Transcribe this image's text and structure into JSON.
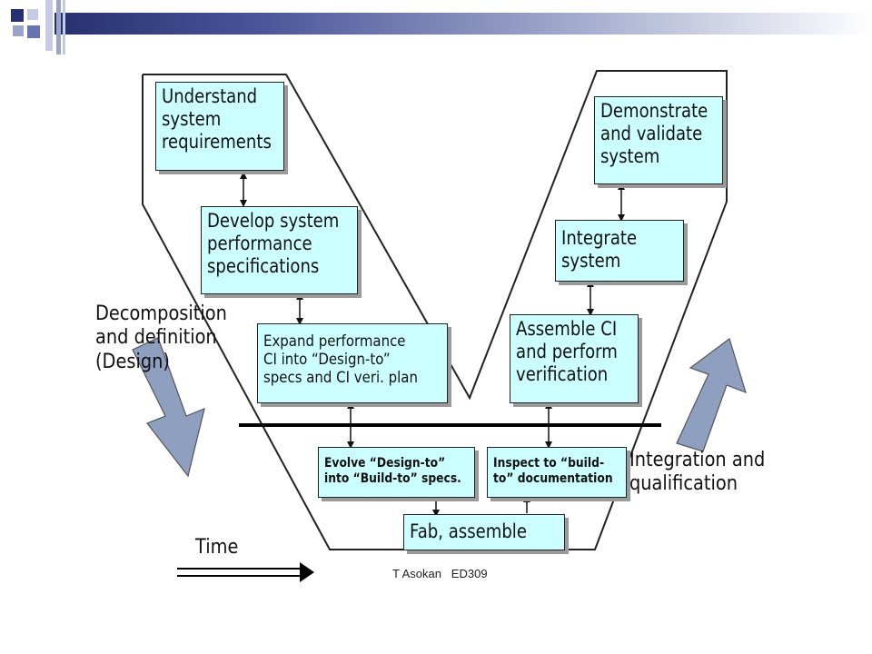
{
  "boxes": {
    "understand": "Understand\nsystem\nrequirements",
    "develop": "Develop system\nperformance\nspecifications",
    "expand": "Expand performance\nCI into “Design-to”\nspecs and CI veri. plan",
    "evolve": "Evolve      “Design-to”\ninto “Build-to” specs.",
    "fab": "Fab, assemble",
    "inspect": "Inspect to “build-\nto” documentation",
    "assemble": "Assemble CI\nand perform\nverification",
    "integrate": "Integrate\nsystem",
    "demonstrate": "Demonstrate\nand validate\nsystem"
  },
  "labels": {
    "decomposition": "Decomposition\nand definition\n(Design)",
    "integration": "Integration and\nqualification",
    "time": "Time"
  },
  "footer": "T Asokan   ED309",
  "colors": {
    "box_fill": "#ccffff",
    "arrow_fill": "#8f9fbf",
    "header_dark": "#26306e"
  }
}
